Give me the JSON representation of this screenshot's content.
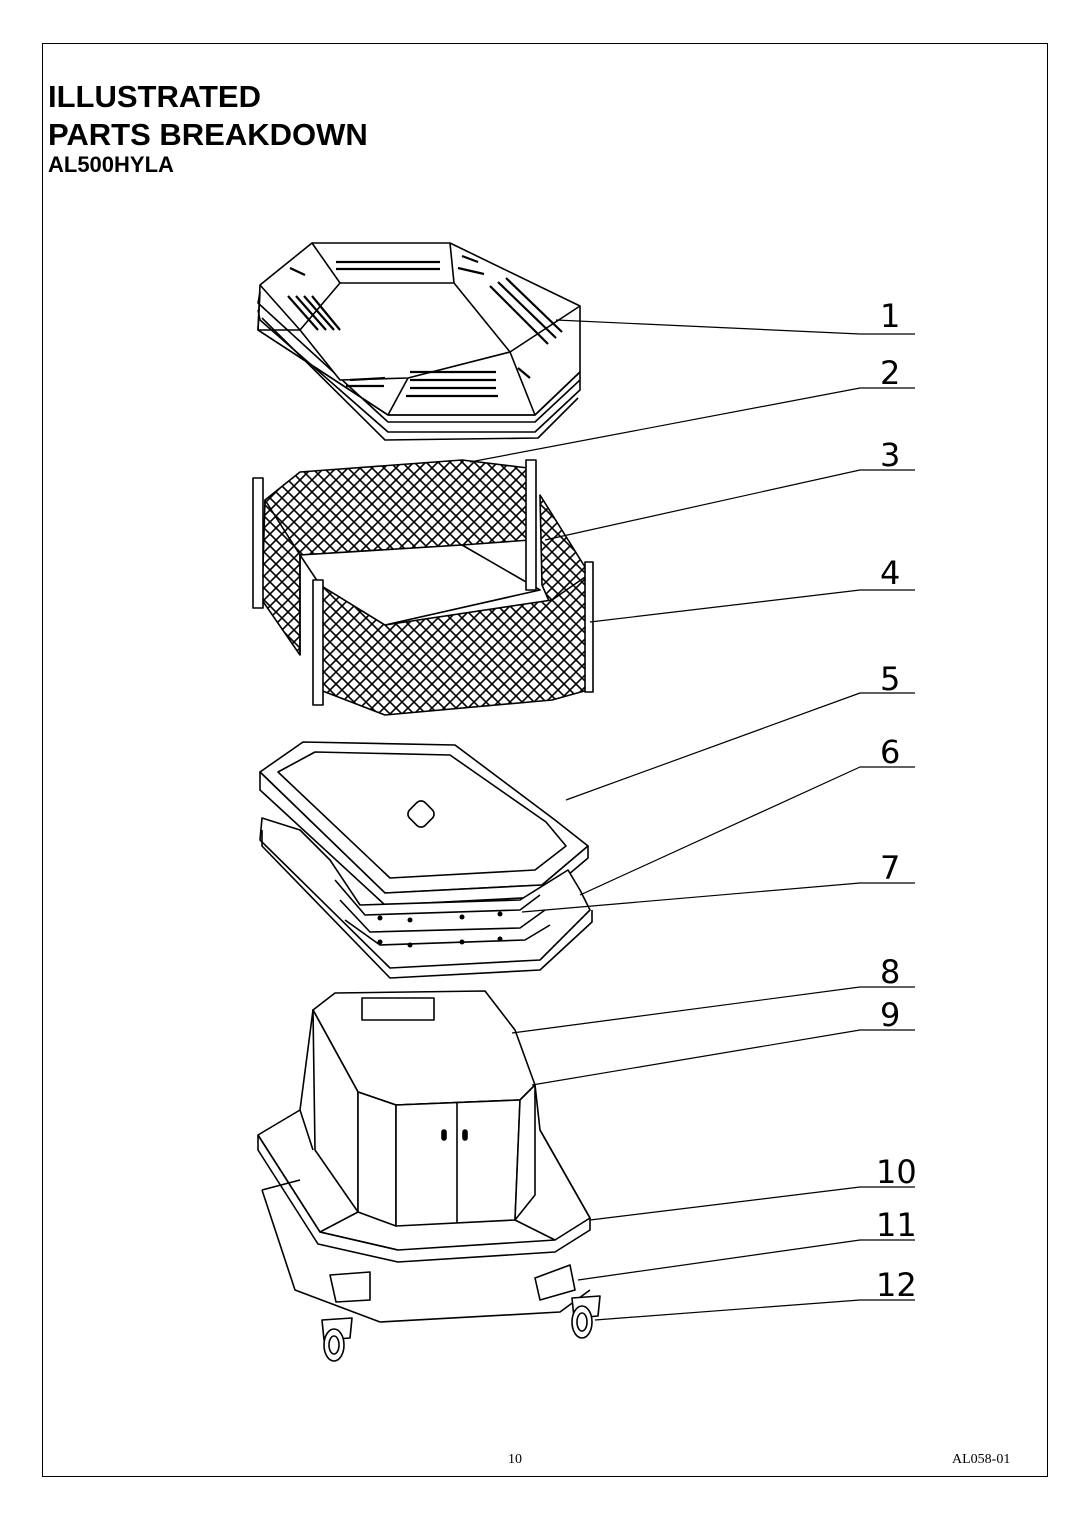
{
  "header": {
    "line1": "ILLUSTRATED",
    "line2": "PARTS BREAKDOWN",
    "model": "AL500HYLA"
  },
  "callouts": [
    "1",
    "2",
    "3",
    "4",
    "5",
    "6",
    "7",
    "8",
    "9",
    "10",
    "11",
    "12"
  ],
  "footer": {
    "page_number": "10",
    "doc_code": "AL058-01"
  }
}
